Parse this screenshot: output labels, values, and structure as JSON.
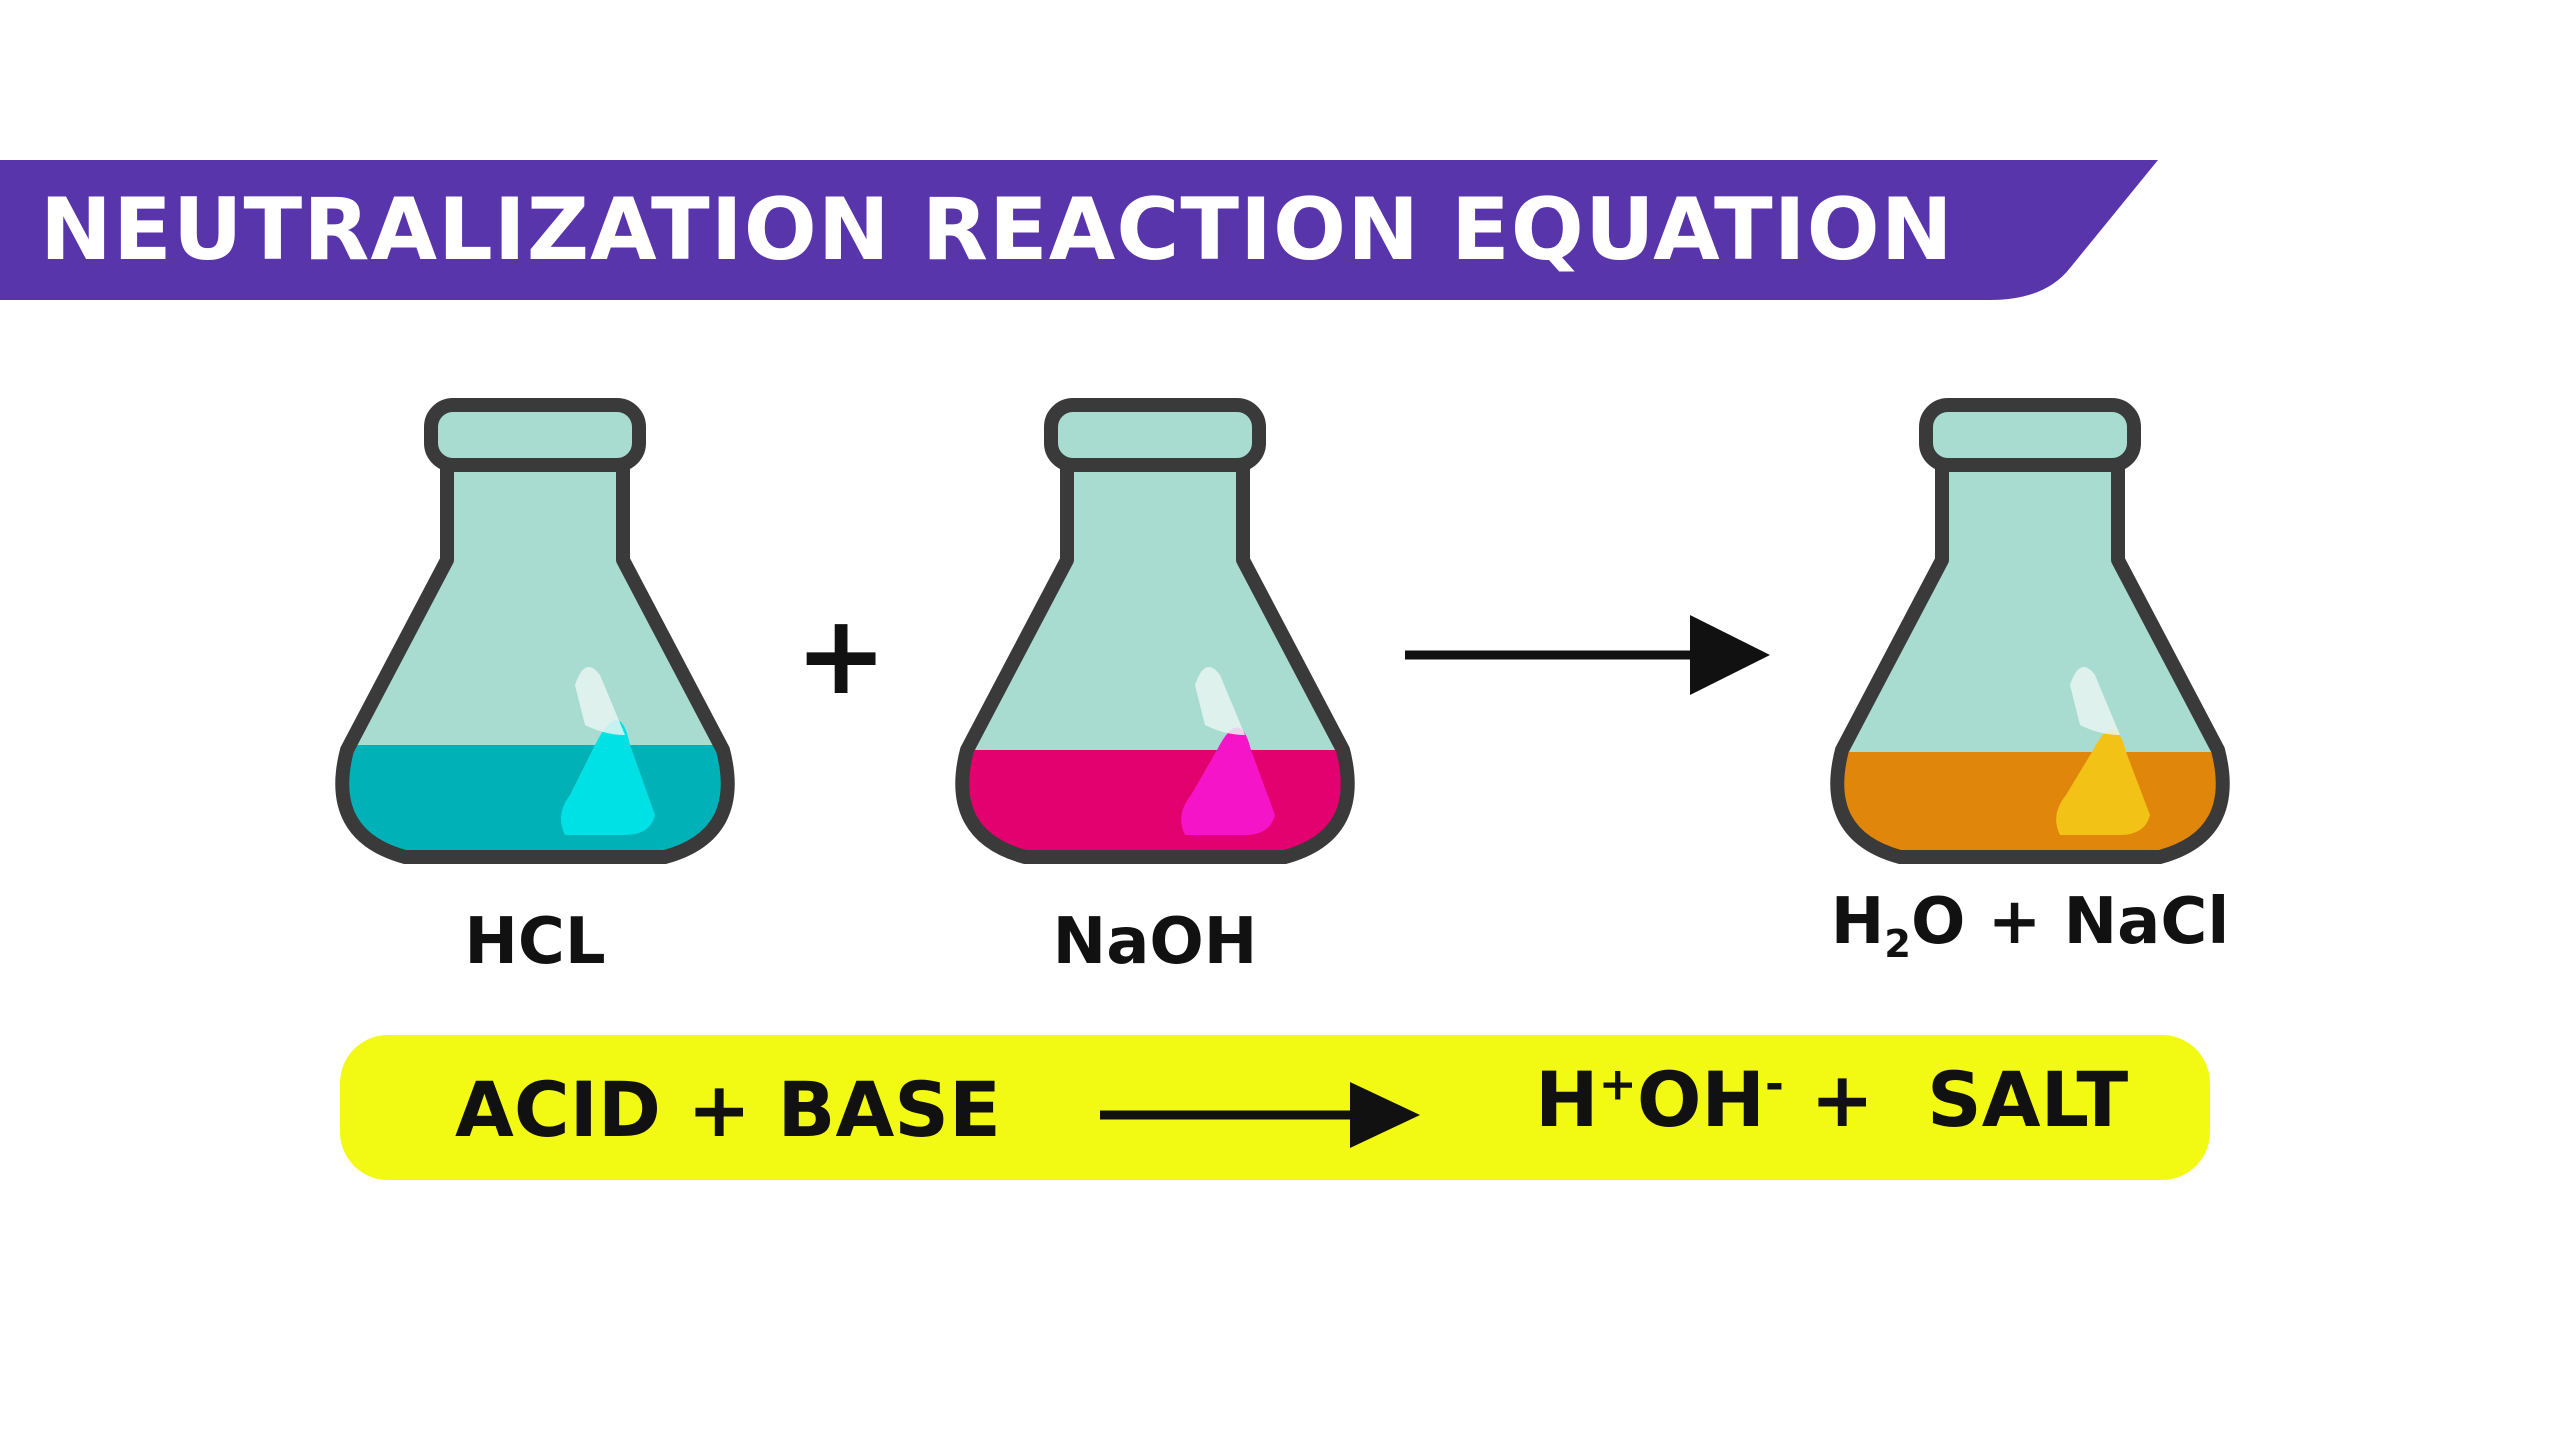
{
  "title": "NEUTRALIZATION REACTION EQUATION",
  "colors": {
    "banner": "#5935ab",
    "highlight": "#f2fa14",
    "flask_glass": "#a8dcd1",
    "flask_outline": "#3a3a3a",
    "acid_liquid": "#00b2b8",
    "base_liquid": "#e3006f",
    "product_liquid": "#e0860b"
  },
  "flasks": [
    {
      "label": "HCL",
      "liquid": "teal"
    },
    {
      "label": "NaOH",
      "liquid": "magenta"
    },
    {
      "label_parts": {
        "h": "H",
        "sub": "2",
        "rest": "O + NaCl"
      },
      "liquid": "orange"
    }
  ],
  "equation": {
    "plus": "+",
    "arrow_icon": "arrow-right-icon"
  },
  "summary": {
    "left": "ACID + BASE",
    "right_parts": {
      "h": "H",
      "sup_plus": "+",
      "oh": "OH",
      "sup_minus": "-",
      "tail": " +  SALT"
    }
  }
}
